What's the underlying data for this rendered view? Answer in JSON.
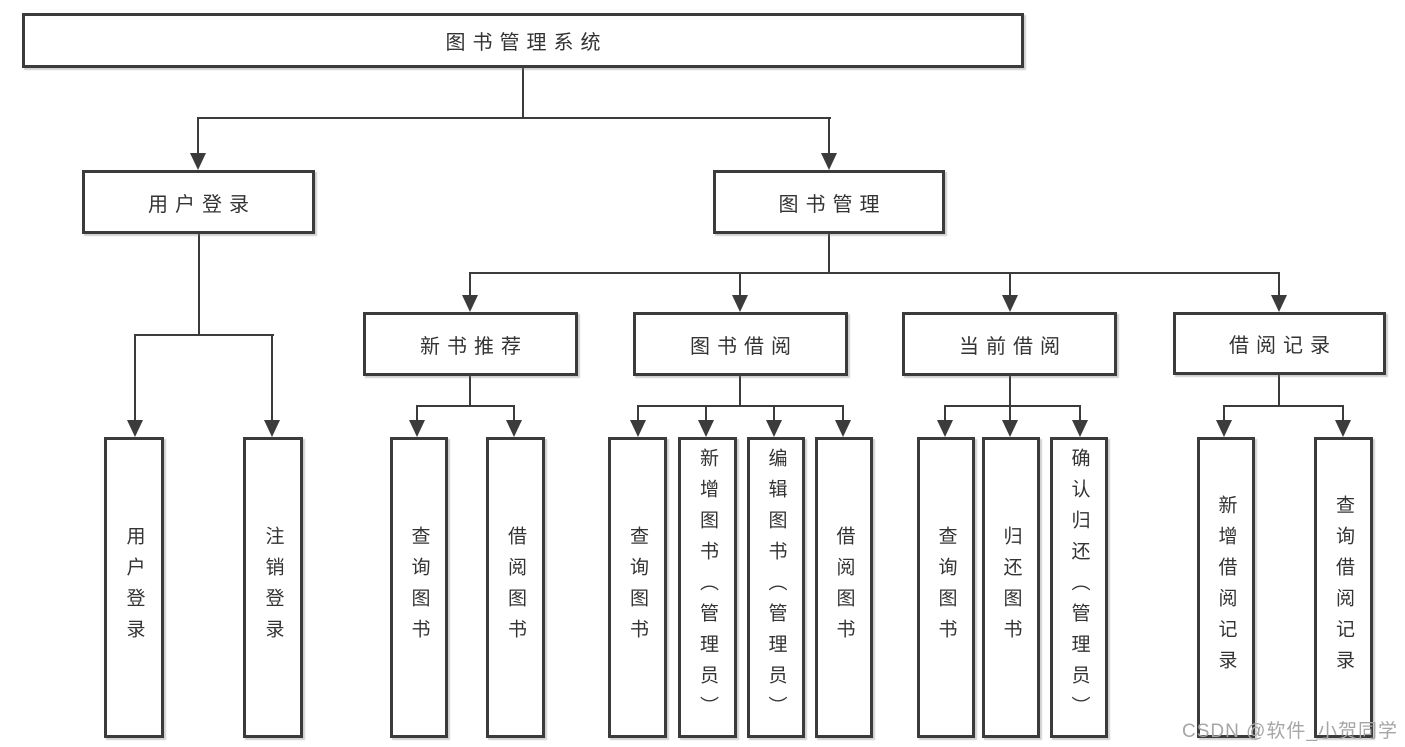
{
  "diagram": {
    "root": {
      "label": "图书管理系统"
    },
    "level2": [
      {
        "label": "用户登录"
      },
      {
        "label": "图书管理"
      }
    ],
    "level3": [
      {
        "label": "新书推荐"
      },
      {
        "label": "图书借阅"
      },
      {
        "label": "当前借阅"
      },
      {
        "label": "借阅记录"
      }
    ],
    "leaves": [
      {
        "label": "用户登录"
      },
      {
        "label": "注销登录"
      },
      {
        "label": "查询图书"
      },
      {
        "label": "借阅图书"
      },
      {
        "label": "查询图书"
      },
      {
        "label": "新增图书（管理员）"
      },
      {
        "label": "编辑图书（管理员）"
      },
      {
        "label": "借阅图书"
      },
      {
        "label": "查询图书"
      },
      {
        "label": "归还图书"
      },
      {
        "label": "确认归还（管理员）"
      },
      {
        "label": "新增借阅记录"
      },
      {
        "label": "查询借阅记录"
      }
    ],
    "colors": {
      "line": "#3b3b3b",
      "text": "#333333",
      "background": "#ffffff",
      "watermark": "#a6a6a6"
    }
  },
  "watermark": {
    "text": "CSDN @软件_小贺同学"
  }
}
